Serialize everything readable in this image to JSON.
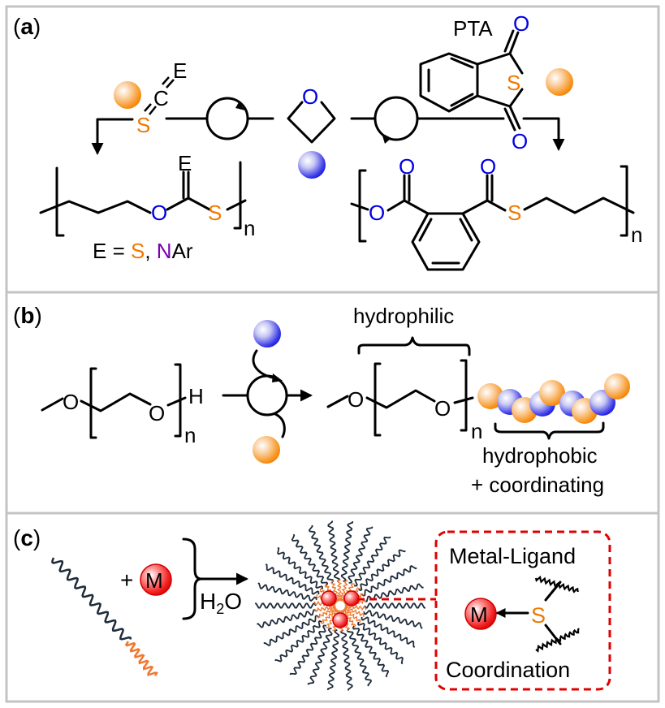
{
  "figure": {
    "colors": {
      "sulfur": "#f07800",
      "oxygen": "#0000e0",
      "nitrogen": "#7a00b0",
      "metal": "#e00000",
      "dashed_box": "#e00000",
      "panel_border": "#c3c3c3",
      "hydrophilic_chain": "#1e2b3a",
      "hydrophobic_chain": "#f07830",
      "orange_monomer": "#f7941d",
      "blue_monomer": "#2020e0"
    },
    "panels": [
      {
        "id": "a",
        "label_open": "(",
        "label_letter": "a",
        "label_close": ")",
        "reagent_left": {
          "E": "E",
          "C": "C",
          "S": "S"
        },
        "reagent_right": {
          "name": "PTA",
          "O_top": "O",
          "O_bottom": "O",
          "S": "S"
        },
        "monomer_center": {
          "O": "O"
        },
        "polymer_left": {
          "O": "O",
          "S": "S",
          "E": "E",
          "n": "n"
        },
        "polymer_right": {
          "O_ester": "O",
          "O_carbonyl_1": "O",
          "O_carbonyl_2": "O",
          "S": "S",
          "n": "n"
        },
        "definition": {
          "prefix": "E = ",
          "S": "S",
          "sep": ", ",
          "N": "N",
          "suffix": "Ar"
        }
      },
      {
        "id": "b",
        "label_open": "(",
        "label_letter": "b",
        "label_close": ")",
        "peg_left": {
          "O1": "O",
          "O2": "O",
          "H": "H",
          "n": "n"
        },
        "peg_right": {
          "O1": "O",
          "O2": "O",
          "n": "n"
        },
        "hydrophilic_label": "hydrophilic",
        "hydrophobic_label_line1": "hydrophobic",
        "hydrophobic_label_line2": "+ coordinating",
        "bead_sequence": [
          "orange",
          "blue",
          "orange",
          "blue",
          "orange",
          "blue",
          "orange",
          "blue",
          "orange"
        ]
      },
      {
        "id": "c",
        "label_open": "(",
        "label_letter": "c",
        "label_close": ")",
        "plus": "+",
        "metal_symbol": "M",
        "solvent_main": "H",
        "solvent_sub": "2",
        "solvent_tail": "O",
        "box_title_top": "Metal-Ligand",
        "box_title_bottom": "Coordination",
        "box_metal": "M",
        "box_ligand_atom": "S"
      }
    ]
  }
}
